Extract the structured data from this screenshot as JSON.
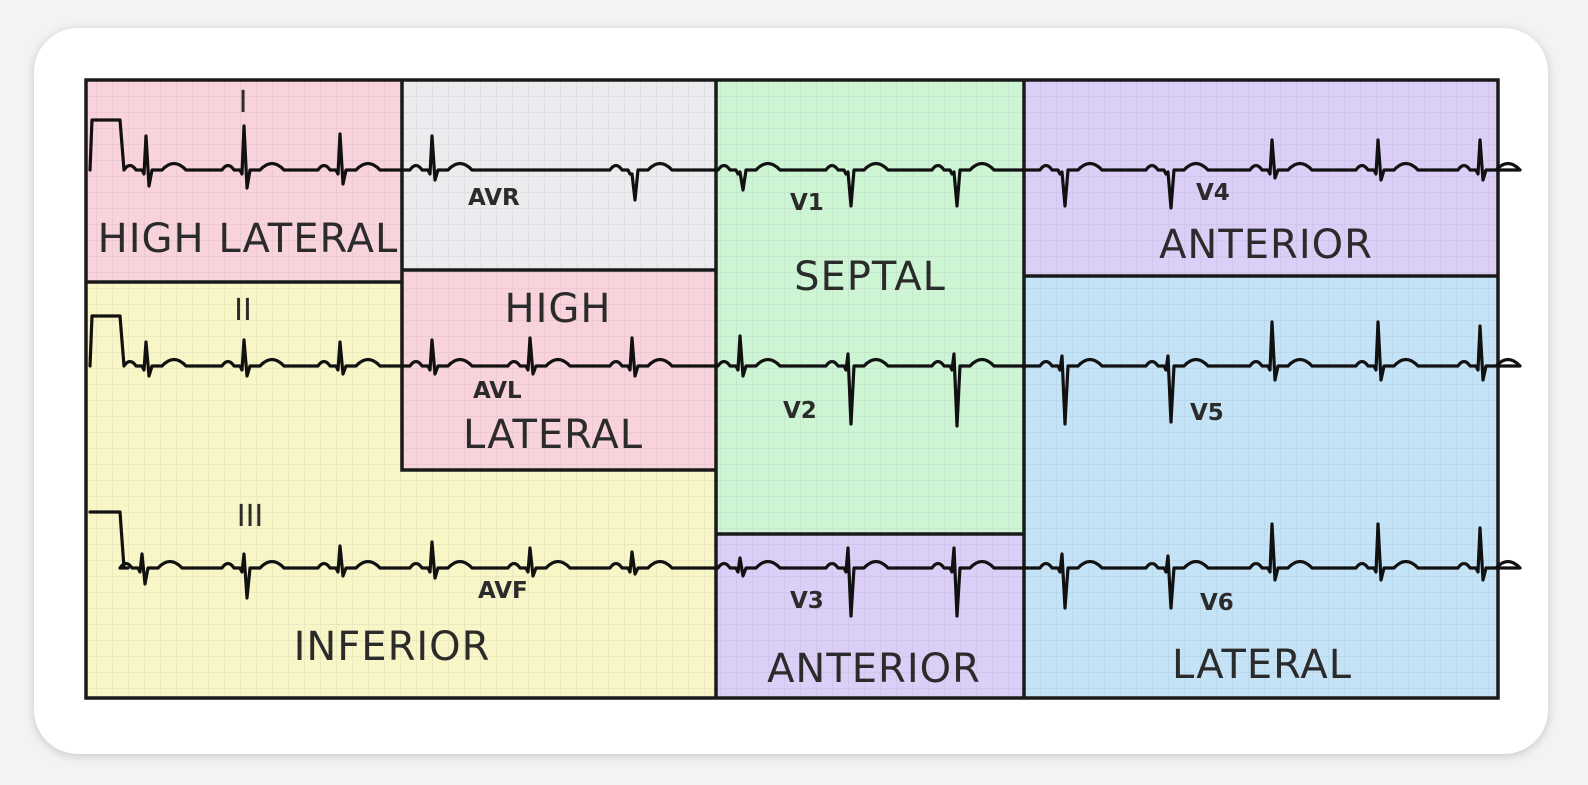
{
  "colors": {
    "pink": "#f9d3dc",
    "gray": "#ececee",
    "green": "#cdf5d4",
    "purple": "#dccff7",
    "yellow": "#f8f6c6",
    "blue": "#c5e3f7",
    "border": "#1a1a1a",
    "trace": "#111111"
  },
  "regions": {
    "high_lateral_1": {
      "label": "HIGH LATERAL"
    },
    "avr_box": {
      "label": ""
    },
    "septal": {
      "label": "SEPTAL"
    },
    "anterior_top": {
      "label": "ANTERIOR"
    },
    "inferior": {
      "label": "INFERIOR"
    },
    "high_lateral_2": {
      "label_line1": "HIGH",
      "label_line2": "LATERAL"
    },
    "anterior_bottom": {
      "label": "ANTERIOR"
    },
    "lateral": {
      "label": "LATERAL"
    }
  },
  "leads": {
    "I": "I",
    "II": "II",
    "III": "III",
    "aVR": "AVR",
    "aVL": "AVL",
    "aVF": "AVF",
    "V1": "V1",
    "V2": "V2",
    "V3": "V3",
    "V4": "V4",
    "V5": "V5",
    "V6": "V6"
  }
}
